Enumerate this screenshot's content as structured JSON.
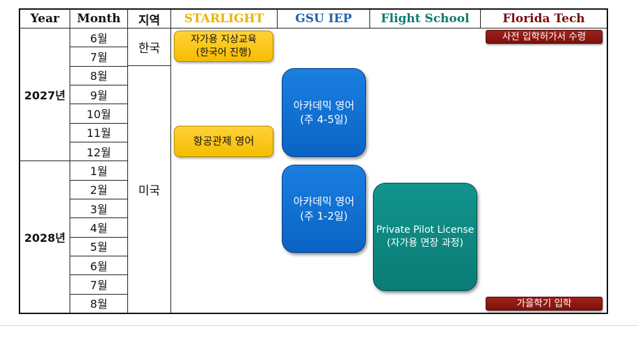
{
  "headers": {
    "year": "Year",
    "month": "Month",
    "region": "지역",
    "starlight": "STARLIGHT",
    "gsu": "GSU IEP",
    "flight": "Flight School",
    "florida": "Florida Tech"
  },
  "header_colors": {
    "starlight": "#e8b400",
    "gsu": "#1f5faa",
    "flight": "#0f7c74",
    "florida": "#7a1010"
  },
  "years": [
    "2027년",
    "2028년"
  ],
  "months": [
    "6월",
    "7월",
    "8월",
    "9월",
    "10월",
    "11월",
    "12월",
    "1월",
    "2월",
    "3월",
    "4월",
    "5월",
    "6월",
    "7월",
    "8월"
  ],
  "regions": [
    "한국",
    "미국"
  ],
  "boxes": {
    "ground_line1": "자가용 지상교육",
    "ground_line2": "(한국어 진행)",
    "atc": "항공관제 영어",
    "academic1_line1": "아카데믹 영어",
    "academic1_line2": "(주 4-5일)",
    "academic2_line1": "아카데믹 영어",
    "academic2_line2": "(주 1-2일)",
    "ppl_line1": "Private Pilot License",
    "ppl_line2": "(자가용 면장 과정)",
    "admission_letter": "사전 입학허가서 수령",
    "fall_entry": "가을학기 입학"
  }
}
